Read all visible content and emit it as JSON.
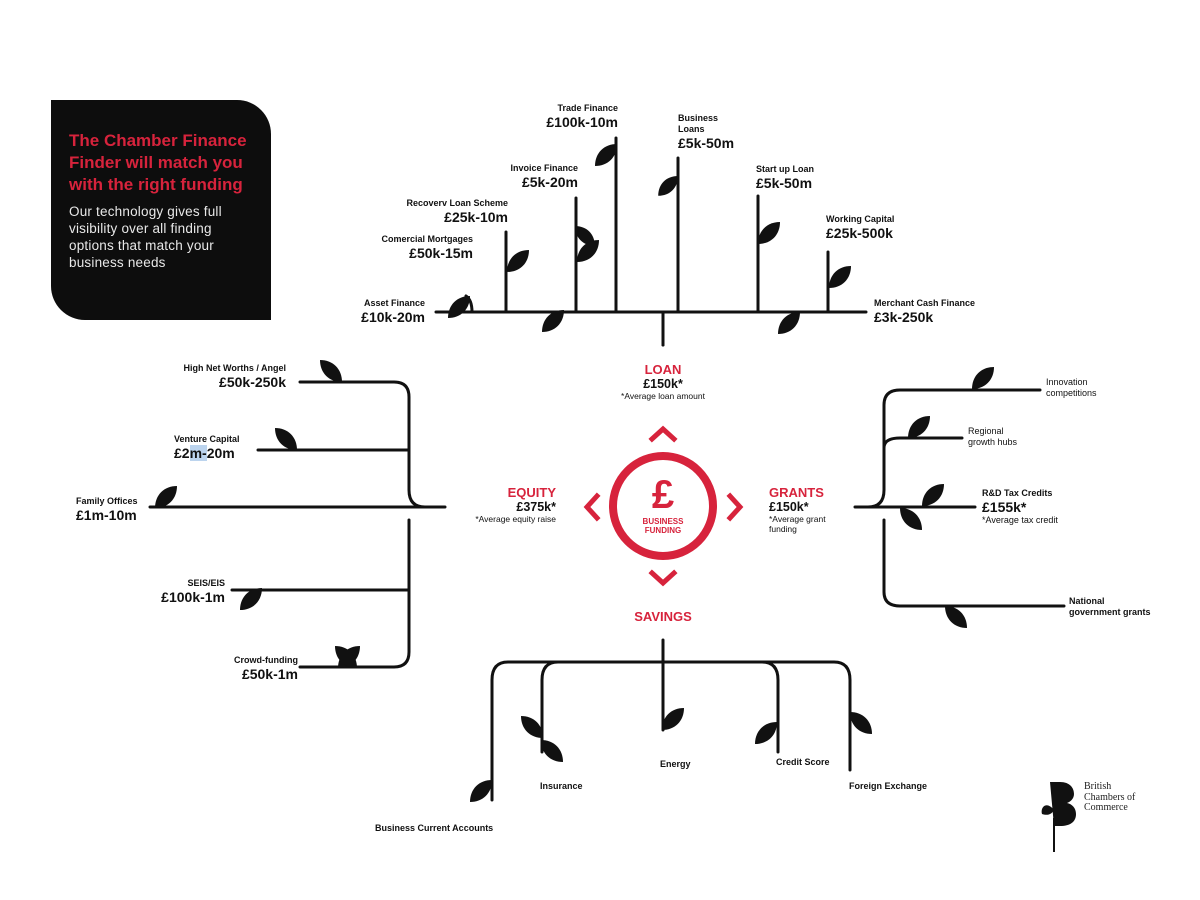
{
  "intro": {
    "headline": "The Chamber Finance Finder will match you with the right funding",
    "body": "Our technology gives full visibility over all finding options that match your business needs"
  },
  "center": {
    "symbol": "£",
    "line1": "BUSINESS",
    "line2": "FUNDING"
  },
  "categories": {
    "loan": {
      "title": "LOAN",
      "value": "£150k*",
      "note": "*Average loan amount"
    },
    "equity": {
      "title": "EQUITY",
      "value": "£375k*",
      "note": "*Average equity raise"
    },
    "grants": {
      "title": "GRANTS",
      "value": "£150k*",
      "note1": "*Average grant",
      "note2": "funding"
    },
    "savings": {
      "title": "SAVINGS"
    }
  },
  "loan_items": {
    "asset_finance": {
      "name": "Asset Finance",
      "value": "£10k-20m"
    },
    "commercial_mortgages": {
      "name": "Comercial Mortgages",
      "value": "£50k-15m"
    },
    "recovery_loan": {
      "name": "Recoverv Loan Scheme",
      "value": "£25k-10m"
    },
    "invoice_finance": {
      "name": "Invoice Finance",
      "value": "£5k-20m"
    },
    "trade_finance": {
      "name": "Trade Finance",
      "value": "£100k-10m"
    },
    "business_loans": {
      "name1": "Business",
      "name2": "Loans",
      "value": "£5k-50m"
    },
    "startup_loan": {
      "name": "Start up Loan",
      "value": "£5k-50m"
    },
    "working_capital": {
      "name": "Working Capital",
      "value": "£25k-500k"
    },
    "merchant_cash": {
      "name": "Merchant Cash Finance",
      "value": "£3k-250k"
    }
  },
  "equity_items": {
    "angel": {
      "name": "High Net Worths / Angel",
      "value": "£50k-250k"
    },
    "venture": {
      "name": "Venture Capital",
      "value_a": "£2",
      "value_b": "m-",
      "value_c": "20m"
    },
    "family": {
      "name": "Family Offices",
      "value": "£1m-10m"
    },
    "seis": {
      "name": "SEIS/EIS",
      "value": "£100k-1m"
    },
    "crowd": {
      "name": "Crowd-funding",
      "value": "£50k-1m"
    }
  },
  "grant_items": {
    "innovation": {
      "name1": "Innovation",
      "name2": "competitions"
    },
    "regional": {
      "name1": "Regional",
      "name2": "growth hubs"
    },
    "rnd": {
      "name": "R&D Tax Credits",
      "value": "£155k*",
      "note": "*Average tax credit"
    },
    "national": {
      "name1": "National",
      "name2": "government grants"
    }
  },
  "savings_items": {
    "current_accounts": {
      "name": "Business Current Accounts"
    },
    "insurance": {
      "name": "Insurance"
    },
    "energy": {
      "name": "Energy"
    },
    "credit_score": {
      "name": "Credit Score"
    },
    "fx": {
      "name": "Foreign Exchange"
    }
  },
  "logo": {
    "line1": "British",
    "line2": "Chambers of",
    "line3": "Commerce"
  },
  "colors": {
    "accent": "#d7233c",
    "ink": "#111111",
    "panel": "#0d0d0d"
  }
}
